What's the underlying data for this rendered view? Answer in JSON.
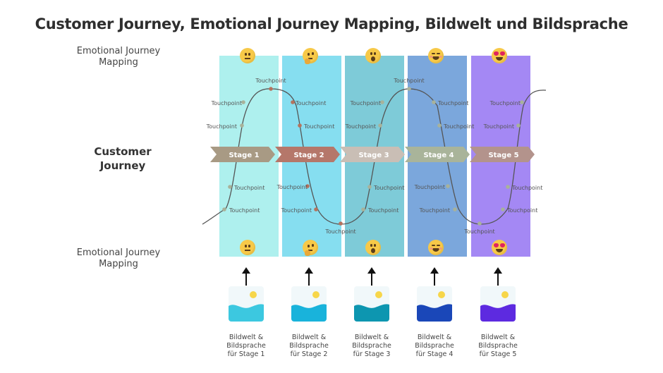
{
  "title": "Customer Journey, Emotional Journey Mapping, Bildwelt und Bildsprache",
  "top_label": [
    "Emotional Journey",
    "Mapping"
  ],
  "bottom_label": [
    "Emotional Journey",
    "Mapping"
  ],
  "customer_journey_label": [
    "Customer",
    "Journey"
  ],
  "touchpoint_label": "Touchpoint",
  "stages": [
    {
      "label": "Stage 1",
      "column_color": "#aef0ee",
      "chevron_color": "#a89a84",
      "emoji": "neutral-face-icon",
      "image_color": "#3cc8e0",
      "caption": [
        "Bildwelt &",
        "Bildsprache",
        "für Stage 1"
      ]
    },
    {
      "label": "Stage 2",
      "column_color": "#86def0",
      "chevron_color": "#b5776a",
      "emoji": "thinking-face-icon",
      "image_color": "#19b3db",
      "caption": [
        "Bildwelt &",
        "Bildsprache",
        "für Stage 2"
      ]
    },
    {
      "label": "Stage 3",
      "column_color": "#7ecbd8",
      "chevron_color": "#c9beb5",
      "emoji": "surprised-face-icon",
      "image_color": "#0d96b0",
      "caption": [
        "Bildwelt &",
        "Bildsprache",
        "für Stage 3"
      ]
    },
    {
      "label": "Stage 4",
      "column_color": "#7ba7dc",
      "chevron_color": "#a9b49a",
      "emoji": "smiling-face-icon",
      "image_color": "#1a47b8",
      "caption": [
        "Bildwelt &",
        "Bildsprache",
        "für Stage 4"
      ]
    },
    {
      "label": "Stage 5",
      "column_color": "#a488f4",
      "chevron_color": "#b3938c",
      "emoji": "heart-eyes-face-icon",
      "image_color": "#5d2ae0",
      "caption": [
        "Bildwelt &",
        "Bildsprache",
        "für Stage 5"
      ]
    }
  ],
  "colors": {
    "curve": "#555555",
    "touchpoint_dot_warm": "#b5735e",
    "touchpoint_dot_cool": "#a8b29a",
    "emoji_face": "#f7c948"
  }
}
